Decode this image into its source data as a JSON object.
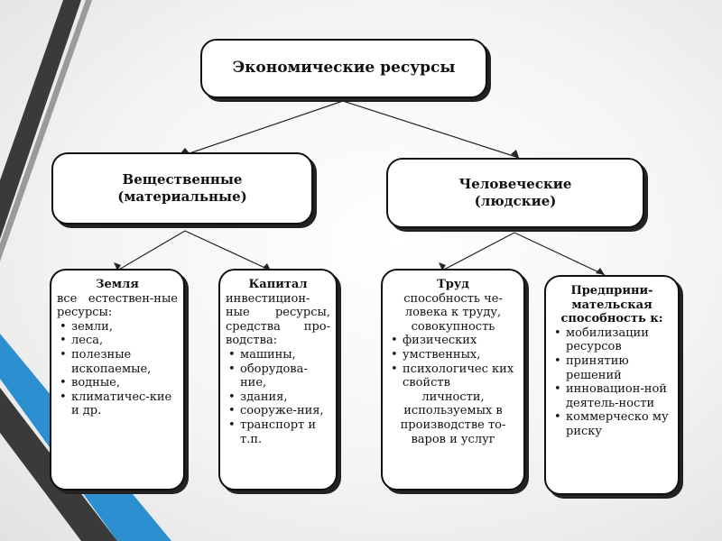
{
  "root": {
    "title": "Экономические ресурсы"
  },
  "level2": {
    "material": {
      "line1": "Вещественные",
      "line2": "(материальные)"
    },
    "human": {
      "line1": "Человеческие",
      "line2": "(людские)"
    }
  },
  "cards": {
    "land": {
      "head": "Земля",
      "intro": "все естествен-ные ресурсы:",
      "items": [
        "земли,",
        "леса,",
        "полезные ископаемые,",
        "водные,",
        "климатичес-кие и др."
      ]
    },
    "capital": {
      "head": "Капитал",
      "intro": "инвестицион-ные ресурсы, средства про-водства:",
      "items": [
        "машины,",
        "оборудова-ние,",
        "здания,",
        "сооруже-ния,",
        "транспорт и т.п."
      ]
    },
    "labor": {
      "head": "Труд",
      "intro": "способность че-ловека к труду, совокупность",
      "items": [
        "физических",
        "умственных,",
        "психологичес ких свойств"
      ],
      "tail": "личности, используемых в производстве то-варов и услуг"
    },
    "entrepreneur": {
      "head": "Предприни-мательская способность к:",
      "items": [
        "мобилизации ресурсов",
        "принятию решений",
        "инновацион-ной деятель-ности",
        "коммерческо му риску"
      ]
    }
  },
  "bullet_symbol": "•",
  "colors": {
    "stripe_dark": "#3a3a3a",
    "stripe_blue": "#2b8fd0",
    "border": "#111111"
  }
}
